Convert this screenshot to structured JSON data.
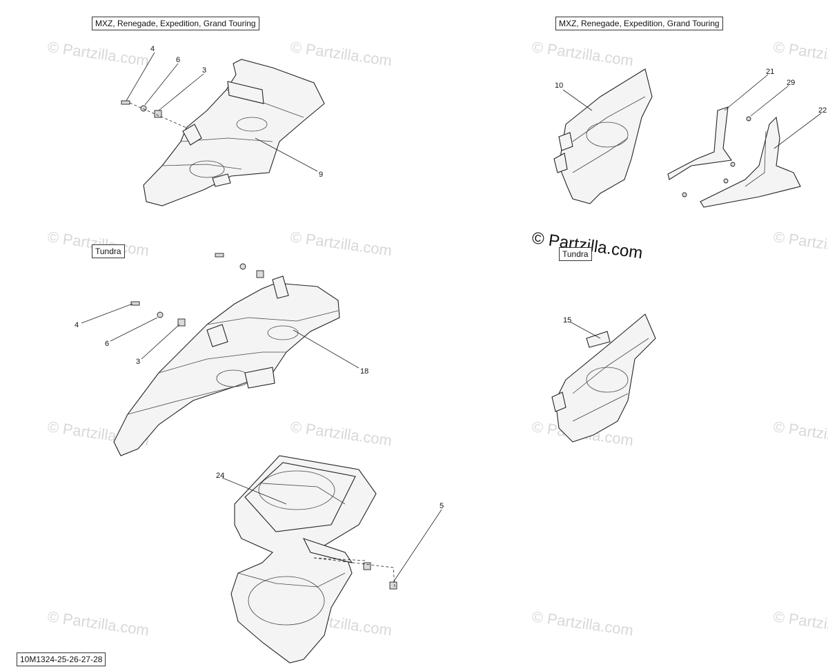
{
  "model_labels": {
    "top_left": "MXZ, Renegade, Expedition, Grand Touring",
    "top_right": "MXZ, Renegade, Expedition, Grand Touring",
    "tundra_left": "Tundra",
    "tundra_right": "Tundra"
  },
  "diagram_code": "10M1324-25-26-27-28",
  "watermark_text": "© Partzilla.com",
  "callouts": {
    "c4a": "4",
    "c6a": "6",
    "c3a": "3",
    "c9": "9",
    "c10": "10",
    "c21": "21",
    "c29": "29",
    "c22": "22",
    "c4b": "4",
    "c6b": "6",
    "c3b": "3",
    "c18": "18",
    "c15": "15",
    "c24": "24",
    "c5": "5"
  }
}
